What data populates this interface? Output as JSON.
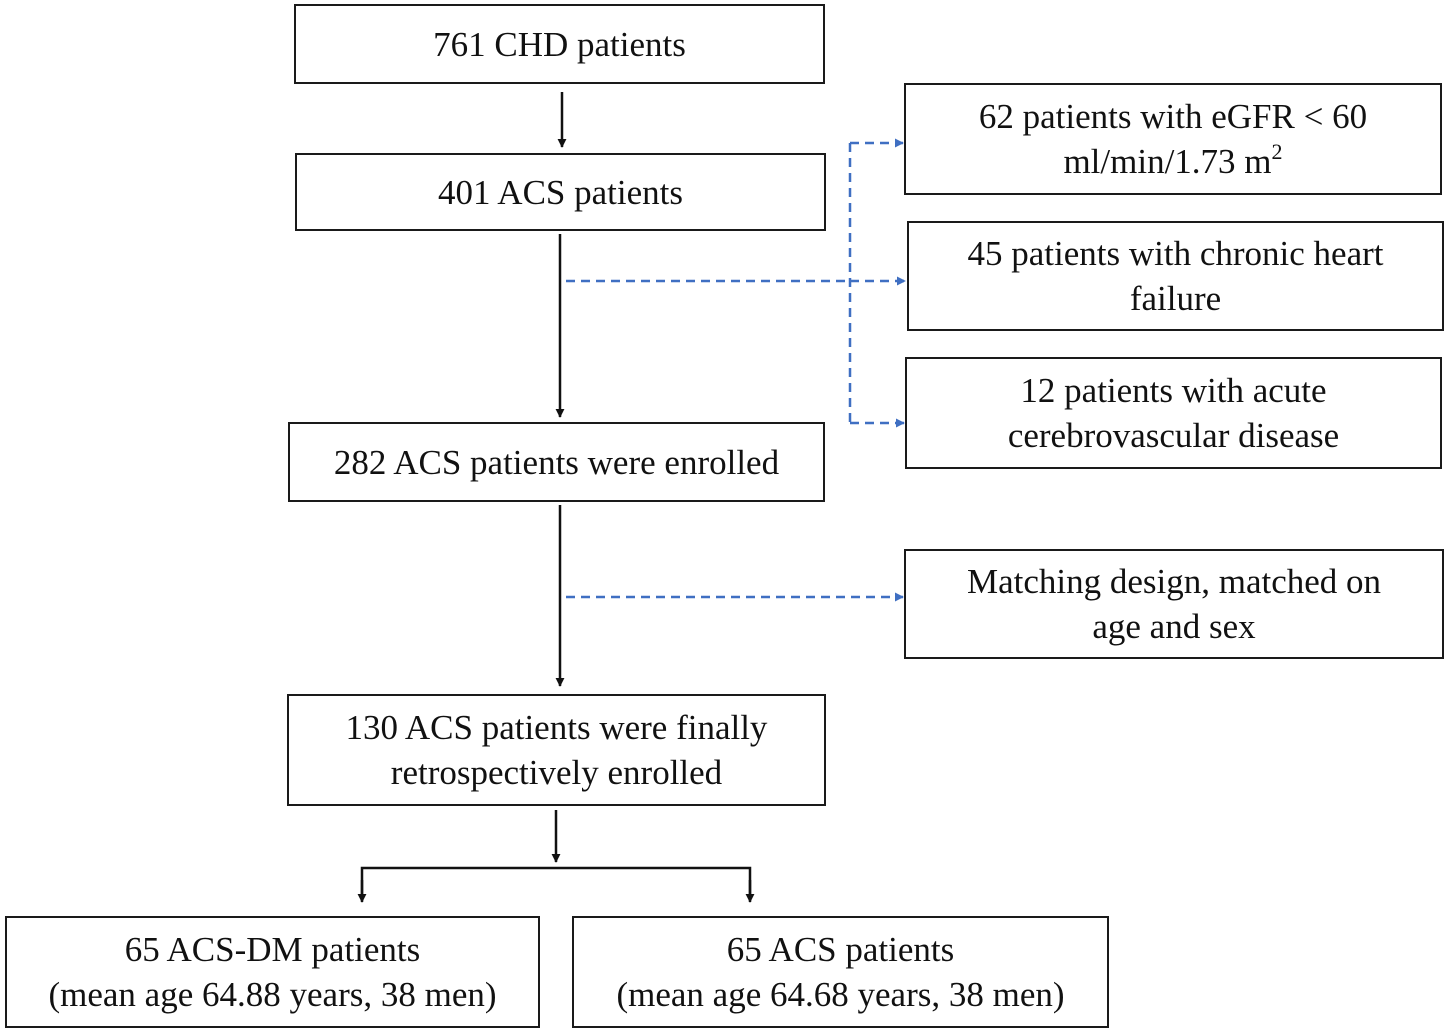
{
  "nodes": {
    "chd": {
      "line1": "761 CHD patients"
    },
    "acs": {
      "line1": "401 ACS patients"
    },
    "enrolled": {
      "line1": "282 ACS patients were enrolled"
    },
    "final": {
      "line1": "130 ACS patients were finally",
      "line2": "retrospectively enrolled"
    },
    "acs_dm": {
      "line1": "65 ACS-DM patients",
      "line2": "(mean age 64.88 years, 38 men)"
    },
    "acs_group": {
      "line1": "65 ACS patients",
      "line2": "(mean age 64.68 years, 38 men)"
    }
  },
  "exclusions": {
    "egfr": {
      "line1": "62 patients with eGFR < 60",
      "line2_main": "ml/min/1.73 m",
      "line2_sup": "2"
    },
    "heart_failure": {
      "line1": "45 patients with chronic heart",
      "line2": "failure"
    },
    "cerebrovascular": {
      "line1": "12 patients with acute",
      "line2": "cerebrovascular disease"
    },
    "matching": {
      "line1": "Matching design, matched on",
      "line2": "age and sex"
    }
  },
  "colors": {
    "box_border": "#1a1a1a",
    "solid_arrow": "#111111",
    "dashed_arrow": "#3f6fc2"
  }
}
